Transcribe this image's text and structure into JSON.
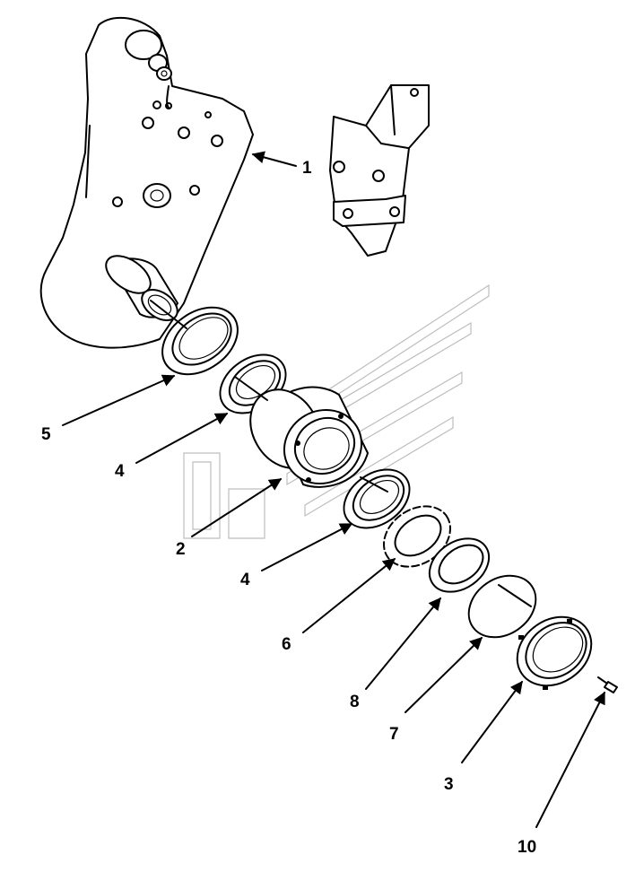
{
  "callouts": {
    "c1": "1",
    "c2": "2",
    "c3": "3",
    "c4a": "4",
    "c4b": "4",
    "c5": "5",
    "c6": "6",
    "c7": "7",
    "c8": "8",
    "c10": "10"
  }
}
